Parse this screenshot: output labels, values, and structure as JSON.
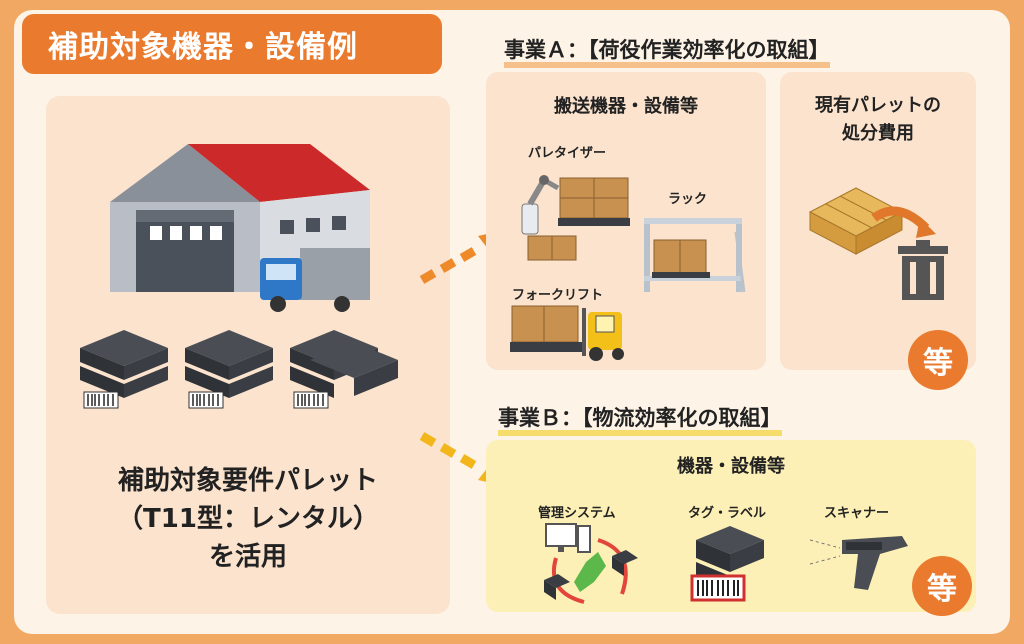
{
  "title": "補助対象機器・設備例",
  "left": {
    "caption_line1": "補助対象要件パレット",
    "caption_line2": "（T11型：レンタル）",
    "caption_line3": "を活用"
  },
  "project_a": {
    "heading": "事業Ａ：【荷役作業効率化の取組】",
    "panel_title": "搬送機器・設備等",
    "palletizer": "パレタイザー",
    "rack": "ラック",
    "forklift": "フォークリフト",
    "disposal_line1": "現有パレットの",
    "disposal_line2": "処分費用",
    "badge": "等"
  },
  "project_b": {
    "heading": "事業Ｂ：【物流効率化の取組】",
    "panel_title": "機器・設備等",
    "management_system": "管理システム",
    "tag_label": "タグ・ラベル",
    "scanner": "スキャナー",
    "badge": "等"
  },
  "colors": {
    "orange": "#ea7a2e",
    "panel_peach": "#fbe3cd",
    "panel_yellow": "#fdf0b6",
    "arrow_orange": "#ee8a2a",
    "arrow_yellow": "#f2b51a"
  }
}
